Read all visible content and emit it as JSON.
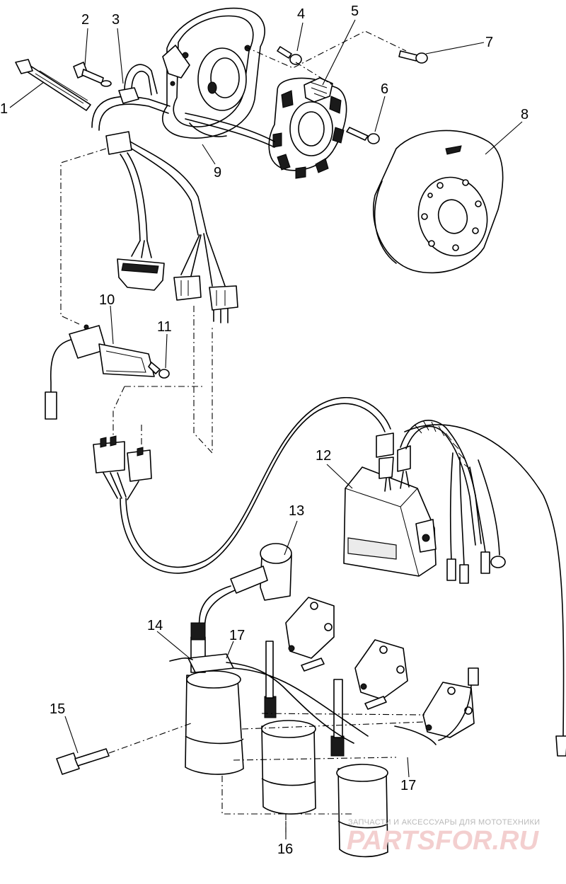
{
  "callouts": [
    "1",
    "2",
    "3",
    "4",
    "5",
    "6",
    "7",
    "8",
    "9",
    "10",
    "11",
    "12",
    "13",
    "14",
    "17",
    "15",
    "17",
    "16"
  ],
  "watermark": {
    "caption": "ЗАПЧАСТИ И АКСЕССУАРЫ ДЛЯ МОТОТЕХНИКИ",
    "brand": "PARTSFOR.RU"
  }
}
